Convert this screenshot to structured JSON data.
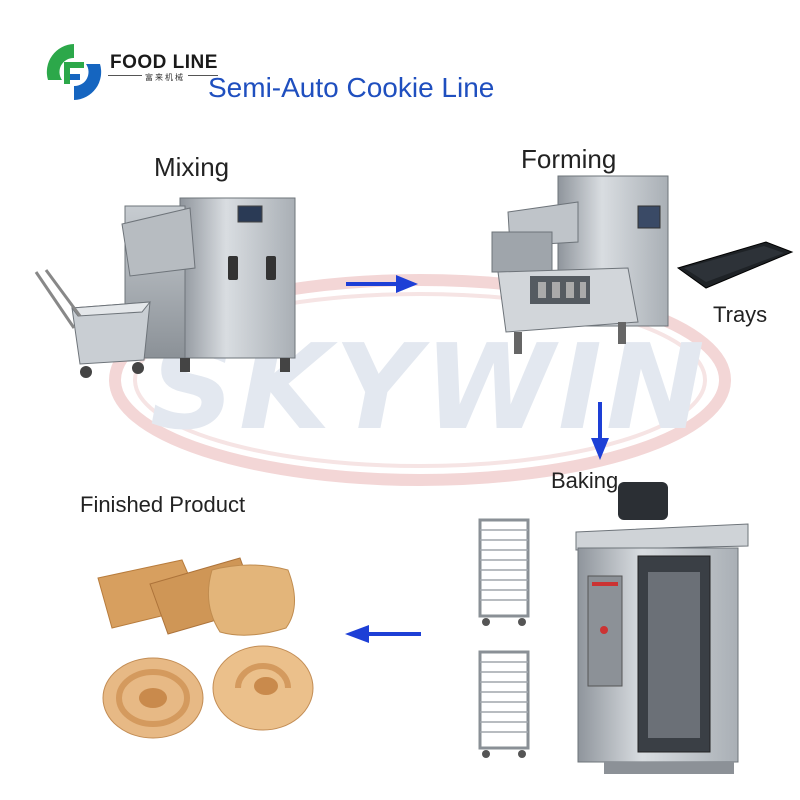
{
  "brand": {
    "name": "FOOD LINE",
    "subtitle": "富来机械"
  },
  "title": "Semi-Auto Cookie Line",
  "watermark": "SKYWIN",
  "stages": {
    "mixing": "Mixing",
    "forming": "Forming",
    "trays": "Trays",
    "baking": "Baking",
    "finished": "Finished Product"
  },
  "colors": {
    "title": "#1f4fbf",
    "arrow": "#1d3fd6",
    "logo_green": "#2ca84a",
    "logo_blue": "#1565c0"
  },
  "icons": [
    "food-line-logo-icon",
    "mixer-machine-icon",
    "dough-cart-icon",
    "cookie-depositor-icon",
    "tray-icon",
    "rotary-oven-icon",
    "trolley-rack-icon",
    "cookie-icon",
    "arrow-right-icon",
    "arrow-down-icon",
    "arrow-left-icon"
  ]
}
